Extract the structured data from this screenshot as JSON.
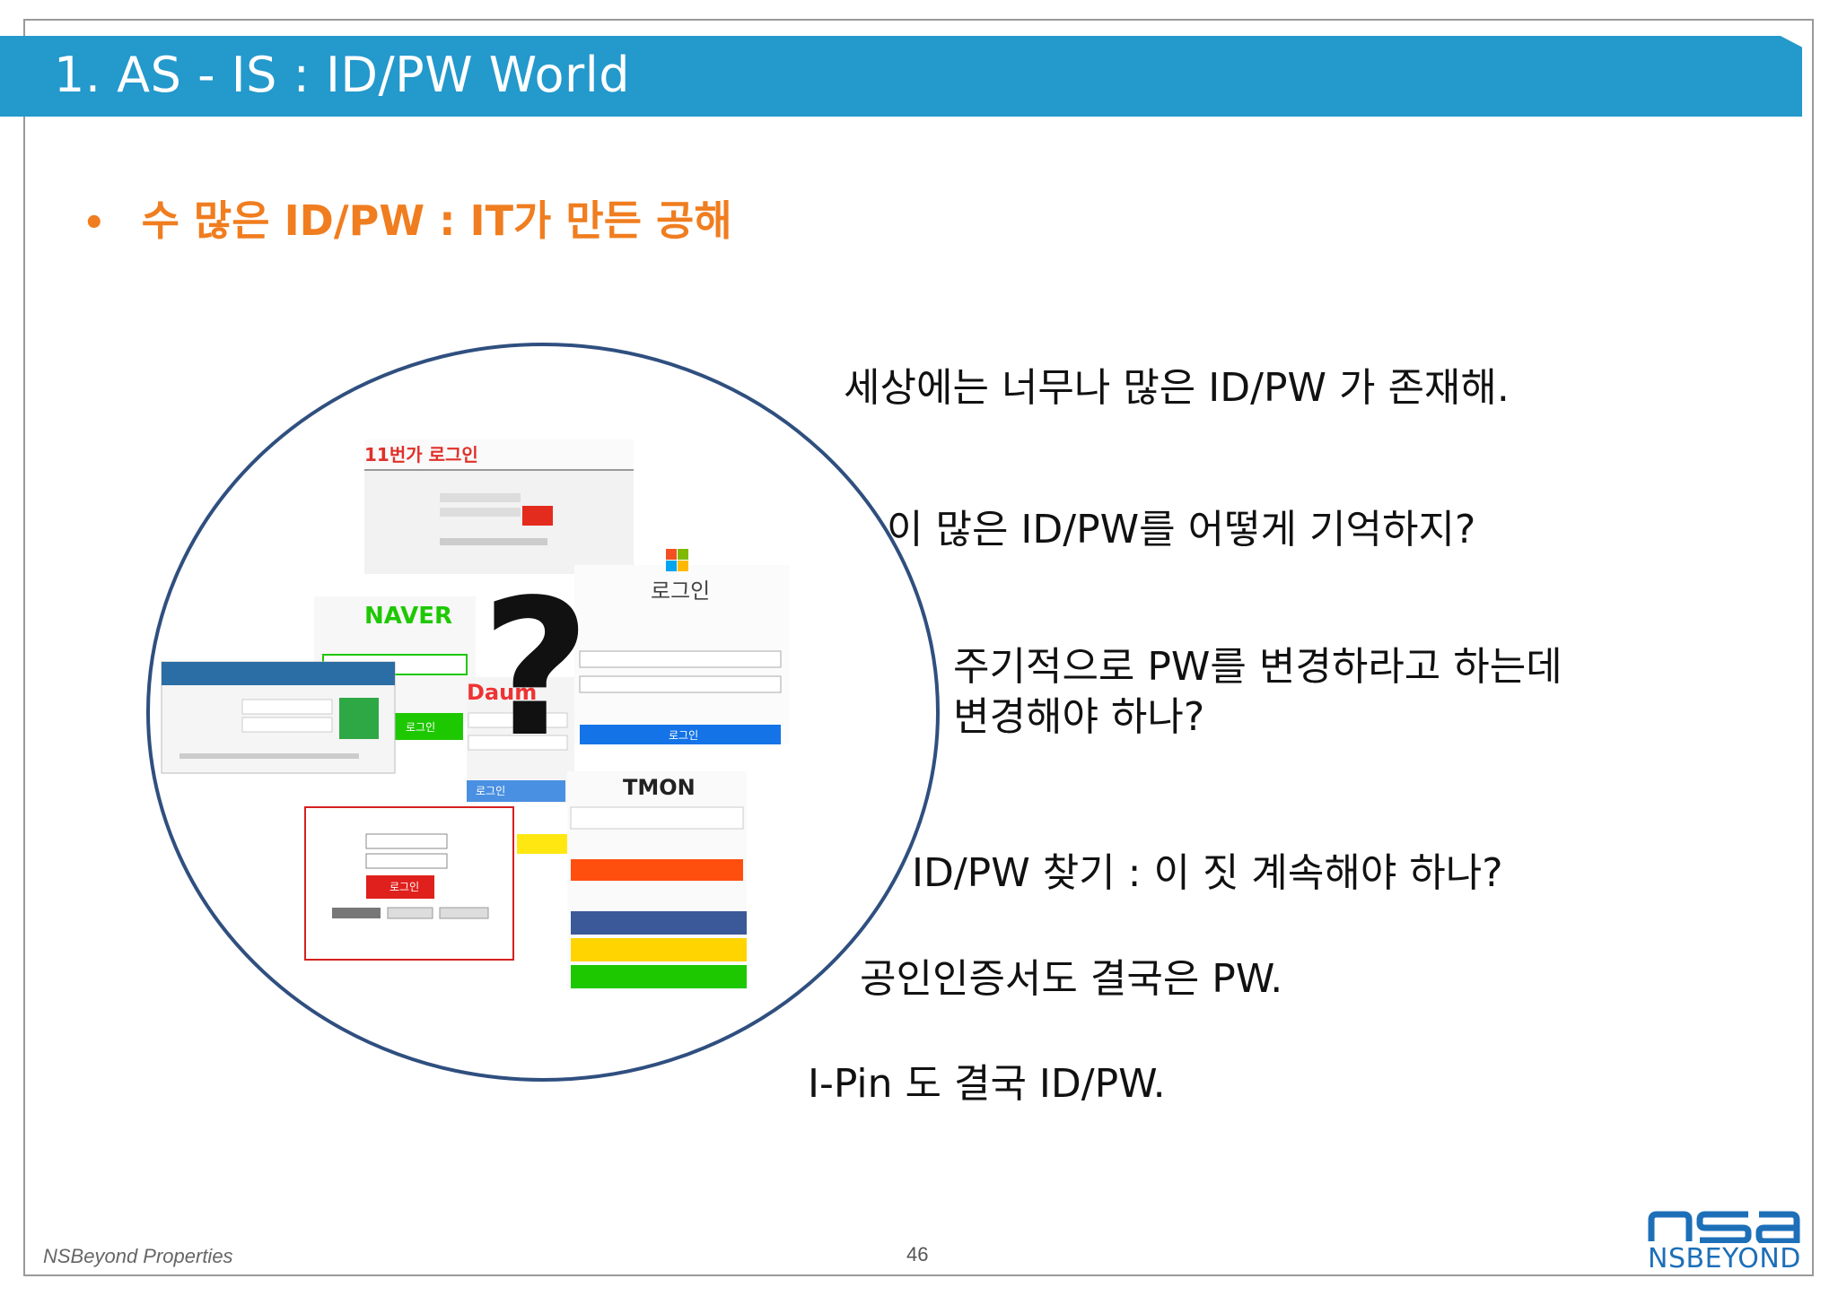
{
  "header": {
    "title": "1. AS - IS : ID/PW World"
  },
  "subheading": {
    "bullet": "•",
    "text": "수 많은 ID/PW  :   IT가 만든 공해"
  },
  "collage": {
    "mark": "?",
    "brand_11st": "11번가 로그인",
    "brand_naver": "NAVER",
    "brand_daum": "Daum",
    "brand_tmon": "TMON",
    "ms_title": "로그인",
    "login_red": "로그인",
    "login_blue": "로그인",
    "login_green": "로그인",
    "login_btn": "로그인"
  },
  "statements": [
    "세상에는 너무나 많은 ID/PW 가 존재해.",
    "이 많은 ID/PW를 어떻게 기억하지?",
    "주기적으로 PW를 변경하라고 하는데",
    "변경해야 하나?",
    "ID/PW 찾기 : 이 짓 계속해야 하나?",
    "공인인증서도 결국은 PW.",
    "I-Pin 도 결국 ID/PW."
  ],
  "footer": {
    "left": "NSBeyond Properties",
    "page": "46"
  },
  "logo": {
    "text": "NSBEYOND"
  },
  "colors": {
    "header": "#2399cc",
    "accent": "#f07d1f",
    "circle": "#2f4f7f",
    "logo": "#1d6fb8"
  }
}
